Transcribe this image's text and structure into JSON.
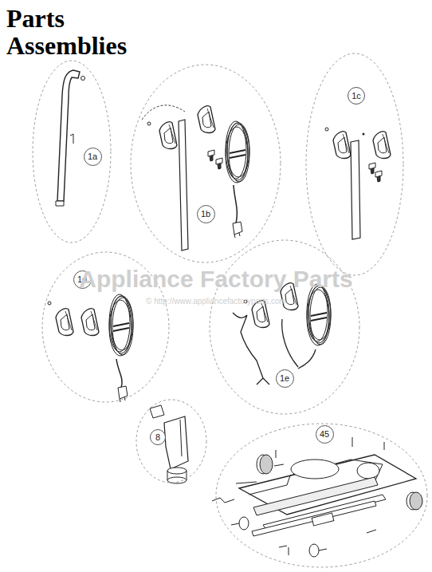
{
  "diagram": {
    "title": "Parts Assemblies",
    "nodes": [
      {
        "text": [
          "1a"
        ]
      },
      {
        "text": [
          "1b"
        ]
      },
      {
        "text": [
          "1c"
        ]
      },
      {
        "text": [
          "1d"
        ]
      },
      {
        "text": [
          "1e"
        ]
      },
      {
        "text": [
          "8"
        ]
      },
      {
        "text": [
          "45"
        ]
      }
    ],
    "labels": [
      "Appliance Factory Parts",
      "© http://www.appliancefactoryparts.com"
    ]
  }
}
